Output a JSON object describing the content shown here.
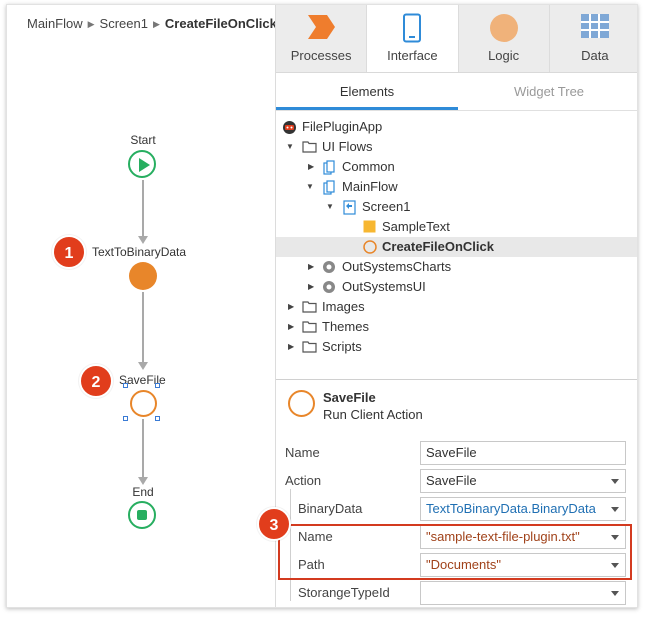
{
  "breadcrumb": {
    "items": [
      "MainFlow",
      "Screen1"
    ],
    "current": "CreateFileOnClick"
  },
  "flow": {
    "start_label": "Start",
    "node1_label": "TextToBinaryData",
    "node2_label": "SaveFile",
    "end_label": "End"
  },
  "badges": [
    "1",
    "2",
    "3"
  ],
  "top_tabs": [
    {
      "label": "Processes",
      "icon": "processes-icon"
    },
    {
      "label": "Interface",
      "icon": "interface-icon",
      "active": true
    },
    {
      "label": "Logic",
      "icon": "logic-icon"
    },
    {
      "label": "Data",
      "icon": "data-icon"
    }
  ],
  "sub_tabs": [
    {
      "label": "Elements",
      "active": true
    },
    {
      "label": "Widget Tree"
    }
  ],
  "tree": [
    {
      "label": "FilePluginApp",
      "icon": "app-icon"
    },
    {
      "label": "UI Flows",
      "icon": "folder-icon",
      "expanded": true
    },
    {
      "label": "Common",
      "icon": "flow-icon",
      "expanded": false
    },
    {
      "label": "MainFlow",
      "icon": "flow-icon",
      "expanded": true
    },
    {
      "label": "Screen1",
      "icon": "screen-icon",
      "expanded": true
    },
    {
      "label": "SampleText",
      "icon": "variable-icon"
    },
    {
      "label": "CreateFileOnClick",
      "icon": "client-action-icon",
      "selected": true
    },
    {
      "label": "OutSystemsCharts",
      "icon": "module-icon",
      "expanded": false
    },
    {
      "label": "OutSystemsUI",
      "icon": "module-icon",
      "expanded": false
    },
    {
      "label": "Images",
      "icon": "folder-icon",
      "expanded": false
    },
    {
      "label": "Themes",
      "icon": "folder-icon",
      "expanded": false
    },
    {
      "label": "Scripts",
      "icon": "folder-icon",
      "expanded": false
    }
  ],
  "properties": {
    "title": "SaveFile",
    "subtitle": "Run Client Action",
    "rows": [
      {
        "label": "Name",
        "value": "SaveFile",
        "dropdown": false,
        "style": "plain"
      },
      {
        "label": "Action",
        "value": "SaveFile",
        "dropdown": true,
        "style": "plain"
      },
      {
        "label": "BinaryData",
        "value": "TextToBinaryData.BinaryData",
        "dropdown": true,
        "style": "expr"
      },
      {
        "label": "Name",
        "value": "\"sample-text-file-plugin.txt\"",
        "dropdown": true,
        "style": "str"
      },
      {
        "label": "Path",
        "value": "\"Documents\"",
        "dropdown": true,
        "style": "str"
      },
      {
        "label": "StorangeTypeId",
        "value": "",
        "dropdown": true,
        "style": "plain"
      }
    ]
  },
  "colors": {
    "accent_blue": "#2f8bd8",
    "start_end_green": "#27ae60",
    "action_orange": "#e8862a",
    "badge_red": "#e13d1c",
    "string_brown": "#a0421a"
  }
}
